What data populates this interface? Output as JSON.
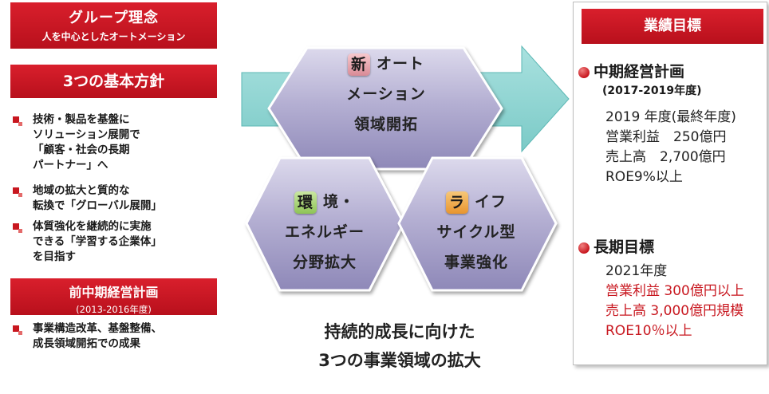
{
  "left": {
    "philosophy_title": "グループ理念",
    "philosophy_sub": "人を中心としたオートメーション",
    "policy_title": "3つの基本方針",
    "policies": [
      [
        "技術・製品を基盤に",
        "ソリューション展開で",
        "「顧客・社会の長期",
        "パートナー」へ"
      ],
      [
        "地域の拡大と質的な",
        "転換で「グローバル展開」"
      ],
      [
        "体質強化を継続的に実施",
        "できる「学習する企業体」",
        "を目指す"
      ]
    ],
    "prev_plan_title": "前中期経営計画",
    "prev_plan_period": "(2013-2016年度)",
    "prev_results": [
      "事業構造改革、基盤整備、",
      "成長領域開拓での成果"
    ]
  },
  "center": {
    "hex_top": {
      "kanji": "新",
      "line1": "オート",
      "line2": "メーション",
      "line3": "領域開拓"
    },
    "hex_left": {
      "kanji": "環",
      "line1": "境・",
      "line2": "エネルギー",
      "line3": "分野拡大"
    },
    "hex_right": {
      "kanji": "ラ",
      "line1": "イフ",
      "line2": "サイクル型",
      "line3": "事業強化"
    },
    "caption_line1": "持続的成長に向けた",
    "caption_line2": "3つの事業領域の拡大"
  },
  "right": {
    "title": "業績目標",
    "mid_title": "中期経営計画",
    "mid_period": "(2017-2019年度)",
    "mid_items": [
      "2019 年度(最終年度)",
      "営業利益　250億円",
      "売上高　2,700億円",
      "ROE9%以上"
    ],
    "long_title": "長期目標",
    "long_items": [
      "2021年度",
      "営業利益 300億円以上",
      "売上高 3,000億円規模",
      "ROE10％以上"
    ]
  },
  "colors": {
    "red": "#c8171f",
    "arrow_fill": "#8ed6d4",
    "hex_fill": "#a9a4c9",
    "red_text": "#c8171f"
  }
}
